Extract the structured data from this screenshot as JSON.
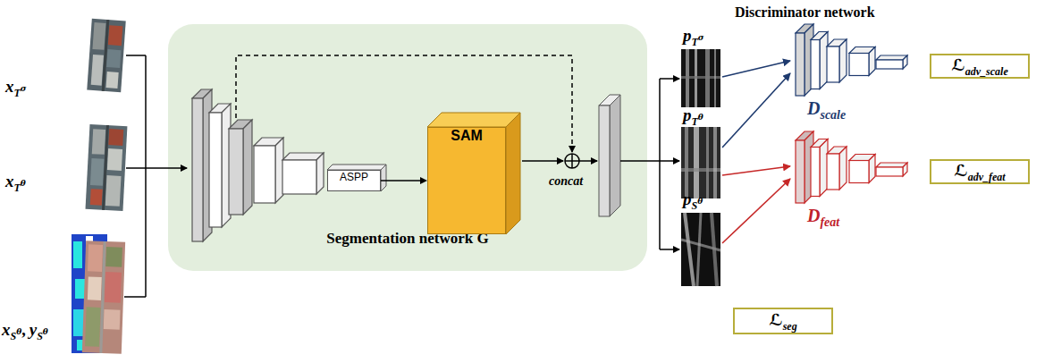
{
  "diagram": {
    "nodes": [
      {
        "text": [
          "Segmentation network G"
        ]
      },
      {
        "text": [
          "ASPP"
        ],
        "in": 0
      },
      {
        "text": [
          "SAM"
        ],
        "in": 0
      },
      {
        "text": [
          "ℒ",
          "adv_scale"
        ]
      },
      {
        "text": [
          "ℒ",
          "adv_feat"
        ]
      },
      {
        "text": [
          "ℒ",
          "seg"
        ]
      }
    ],
    "edges": [
      {
        "from": 1,
        "to": 2,
        "arrow": "to"
      }
    ],
    "labels": [
      "x",
      "T",
      "σ",
      "x",
      "T",
      "θ",
      "x",
      "S",
      "θ",
      ",",
      "y",
      "S",
      "θ",
      "concat",
      "p",
      "T",
      "σ",
      "p",
      "T",
      "θ",
      "p",
      "S",
      "θ",
      "Discriminator network",
      "D",
      "scale",
      "D",
      "feat"
    ]
  }
}
